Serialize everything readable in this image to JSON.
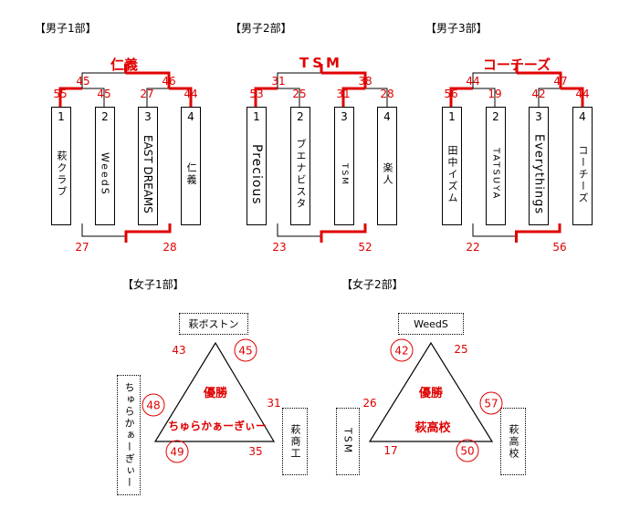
{
  "men": [
    {
      "section": "【男子1部】",
      "champion": "仁義",
      "top_scores": [
        "55",
        "45",
        "45",
        "27",
        "46",
        "44"
      ],
      "bottom_scores": [
        "27",
        "28"
      ],
      "teams": [
        {
          "num": "1",
          "name": "萩クラブ"
        },
        {
          "num": "2",
          "name": "WeedS"
        },
        {
          "num": "3",
          "name": "EAST DREAMS"
        },
        {
          "num": "4",
          "name": "仁義"
        }
      ]
    },
    {
      "section": "【男子2部】",
      "champion": "TSM",
      "top_scores": [
        "53",
        "31",
        "25",
        "31",
        "38",
        "28"
      ],
      "bottom_scores": [
        "23",
        "52"
      ],
      "teams": [
        {
          "num": "1",
          "name": "Precious"
        },
        {
          "num": "2",
          "name": "ブエナビスタ"
        },
        {
          "num": "3",
          "name": "TSM"
        },
        {
          "num": "4",
          "name": "楽人"
        }
      ]
    },
    {
      "section": "【男子3部】",
      "champion": "コーチーズ",
      "top_scores": [
        "56",
        "44",
        "19",
        "42",
        "47",
        "44"
      ],
      "bottom_scores": [
        "22",
        "56"
      ],
      "teams": [
        {
          "num": "1",
          "name": "田中イズム"
        },
        {
          "num": "2",
          "name": "TATSUYA"
        },
        {
          "num": "3",
          "name": "Everythings"
        },
        {
          "num": "4",
          "name": "コーチーズ"
        }
      ]
    }
  ],
  "women": [
    {
      "section": "【女子1部】",
      "winner_label": "優勝",
      "winner_name": "ちゅらかぁーぎぃー",
      "top_team": "萩ボストン",
      "left_team": "ちゅらかぁーぎぃー",
      "right_team": "萩商工",
      "scores": {
        "top_left": "43",
        "top_right": "45",
        "left_mid": "48",
        "right_mid": "31",
        "bottom_left": "49",
        "bottom_right": "35"
      }
    },
    {
      "section": "【女子2部】",
      "winner_label": "優勝",
      "winner_name": "萩高校",
      "top_team": "WeedS",
      "left_team": "TSM",
      "right_team": "萩高校",
      "scores": {
        "top_left": "42",
        "top_right": "25",
        "left_mid": "26",
        "right_mid": "57",
        "bottom_left": "17",
        "bottom_right": "50"
      }
    }
  ],
  "colors": {
    "winner": "#e00000",
    "line": "#000000"
  }
}
